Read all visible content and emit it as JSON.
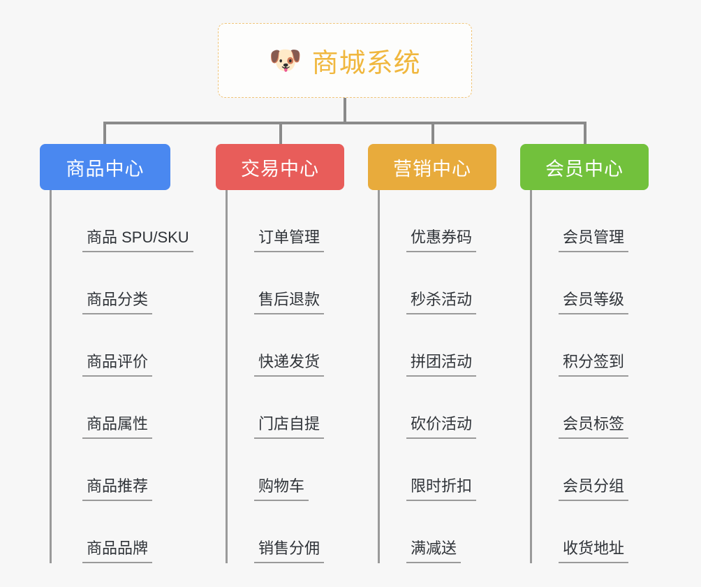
{
  "root": {
    "icon": "dog-face-emoji",
    "icon_glyph": "🐶",
    "title": "商城系统",
    "title_color": "#f0b73e",
    "border_color": "#f0c478"
  },
  "canvas": {
    "background": "#f7f7f7",
    "connector_color": "#8a8a8a"
  },
  "branches": [
    {
      "label": "商品中心",
      "color": "#4a88f0",
      "items": [
        {
          "label": "商品 SPU/SKU"
        },
        {
          "label": "商品分类"
        },
        {
          "label": "商品评价"
        },
        {
          "label": "商品属性"
        },
        {
          "label": "商品推荐"
        },
        {
          "label": "商品品牌"
        }
      ]
    },
    {
      "label": "交易中心",
      "color": "#e85d5a",
      "items": [
        {
          "label": "订单管理"
        },
        {
          "label": "售后退款"
        },
        {
          "label": "快递发货"
        },
        {
          "label": "门店自提"
        },
        {
          "label": "购物车"
        },
        {
          "label": "销售分佣"
        }
      ]
    },
    {
      "label": "营销中心",
      "color": "#e8ab3c",
      "items": [
        {
          "label": "优惠券码"
        },
        {
          "label": "秒杀活动"
        },
        {
          "label": "拼团活动"
        },
        {
          "label": "砍价活动"
        },
        {
          "label": "限时折扣"
        },
        {
          "label": "满减送"
        }
      ]
    },
    {
      "label": "会员中心",
      "color": "#72c13c",
      "items": [
        {
          "label": "会员管理"
        },
        {
          "label": "会员等级"
        },
        {
          "label": "积分签到"
        },
        {
          "label": "会员标签"
        },
        {
          "label": "会员分组"
        },
        {
          "label": "收货地址"
        }
      ]
    }
  ]
}
